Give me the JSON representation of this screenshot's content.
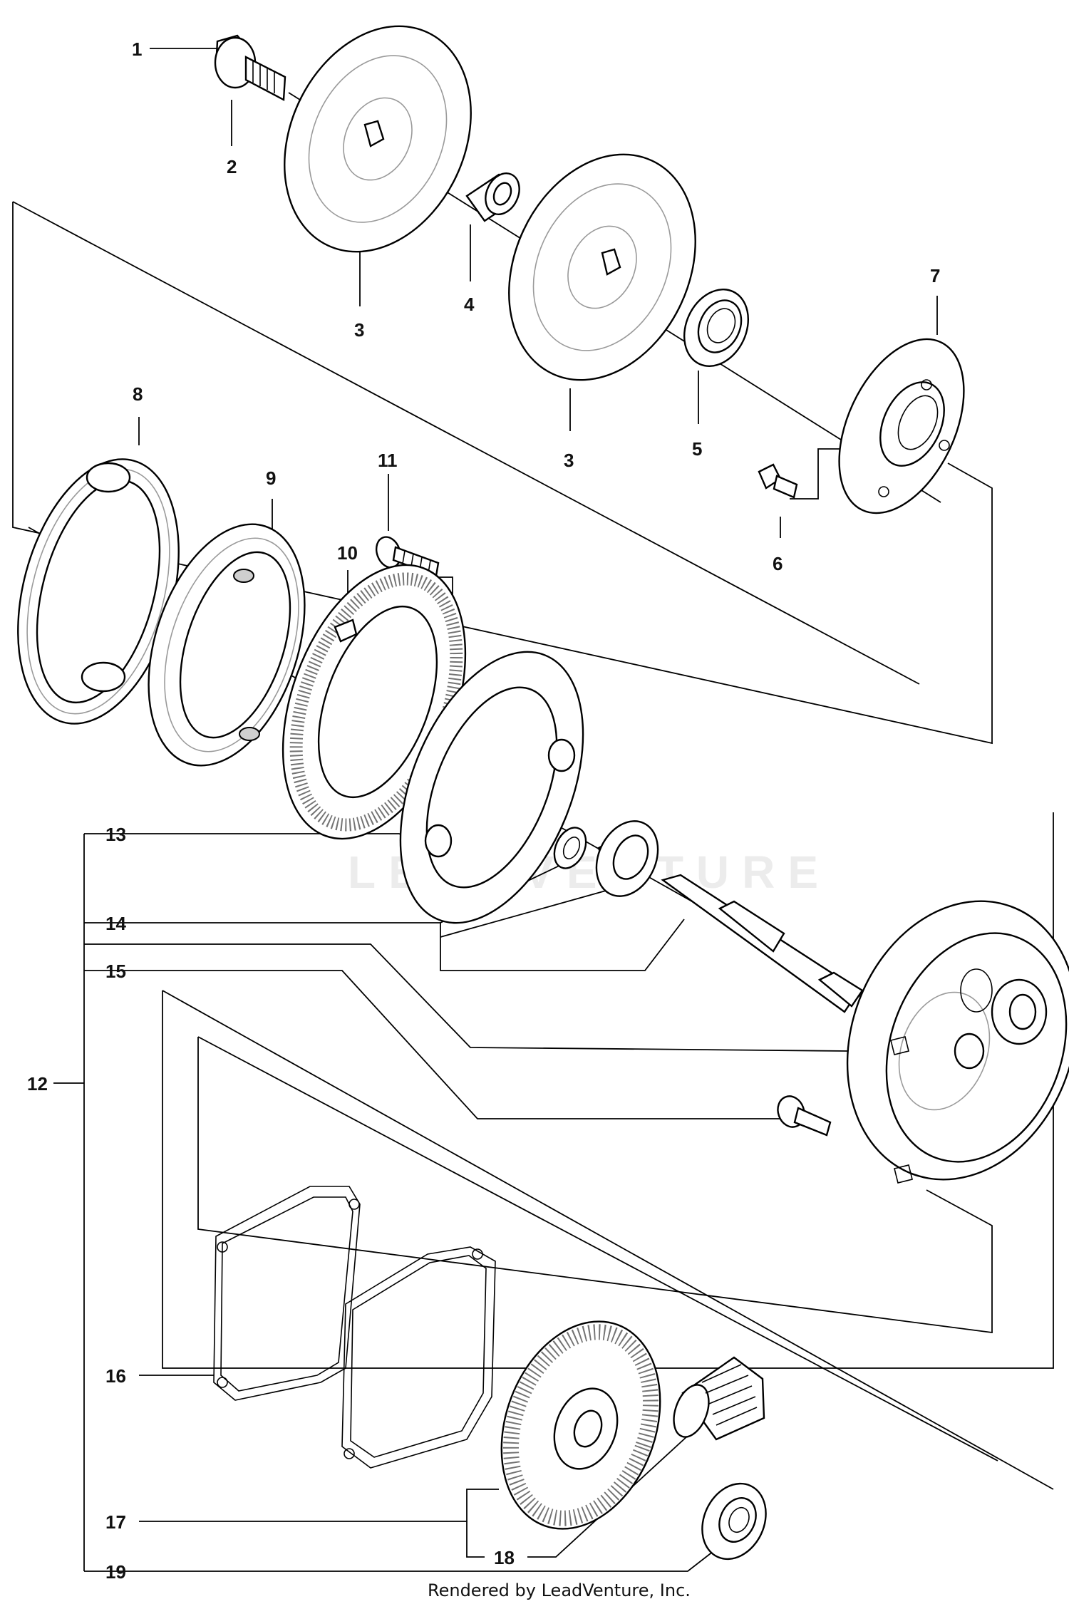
{
  "diagram": {
    "watermark": "LEADVENTURE",
    "footer": "Rendered by LeadVenture, Inc.",
    "callouts": [
      {
        "id": "c1",
        "label": "1"
      },
      {
        "id": "c2",
        "label": "2"
      },
      {
        "id": "c3a",
        "label": "3"
      },
      {
        "id": "c4",
        "label": "4"
      },
      {
        "id": "c3b",
        "label": "3"
      },
      {
        "id": "c5",
        "label": "5"
      },
      {
        "id": "c7",
        "label": "7"
      },
      {
        "id": "c6",
        "label": "6"
      },
      {
        "id": "c8",
        "label": "8"
      },
      {
        "id": "c9",
        "label": "9"
      },
      {
        "id": "c11",
        "label": "11"
      },
      {
        "id": "c10",
        "label": "10"
      },
      {
        "id": "c13",
        "label": "13"
      },
      {
        "id": "c14",
        "label": "14"
      },
      {
        "id": "c15",
        "label": "15"
      },
      {
        "id": "c12",
        "label": "12"
      },
      {
        "id": "c16",
        "label": "16"
      },
      {
        "id": "c17",
        "label": "17"
      },
      {
        "id": "c18",
        "label": "18"
      },
      {
        "id": "c19",
        "label": "19"
      }
    ]
  }
}
